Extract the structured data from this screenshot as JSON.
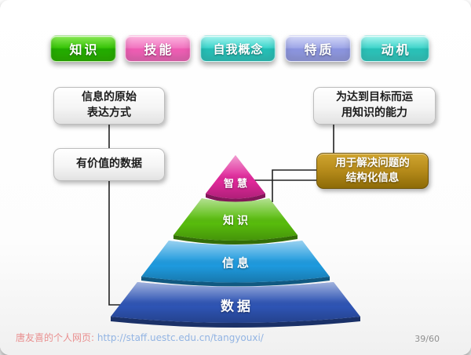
{
  "slide": {
    "top_tags": [
      {
        "label": "知识",
        "color": "#2db602"
      },
      {
        "label": "技能",
        "color": "#f06cbc"
      },
      {
        "label": "自我概念",
        "color": "#32cac1"
      },
      {
        "label": "特质",
        "color": "#99a1e5"
      },
      {
        "label": "动机",
        "color": "#38cfc5"
      }
    ],
    "callouts": {
      "left_top": {
        "lines": [
          "信息的原始",
          "表达方式"
        ]
      },
      "left_bottom": {
        "lines": [
          "有价值的数据"
        ]
      },
      "right_top": {
        "lines": [
          "为达到目标而运",
          "用知识的能力"
        ]
      },
      "right_gold": {
        "lines": [
          "用于解决问题的",
          "结构化信息"
        ],
        "color": "#b58a1a"
      }
    },
    "pyramid": {
      "layers": [
        {
          "label": "智慧",
          "color": "#e0289a"
        },
        {
          "label": "知识",
          "color": "#58bc0c"
        },
        {
          "label": "信息",
          "color": "#1e9ade"
        },
        {
          "label": "数据",
          "color": "#2e54b4"
        }
      ]
    },
    "footer": {
      "site_label": "唐友喜的个人网页: ",
      "url": "http://staff.uestc.edu.cn/tangyouxi/",
      "page": "39/60"
    }
  }
}
